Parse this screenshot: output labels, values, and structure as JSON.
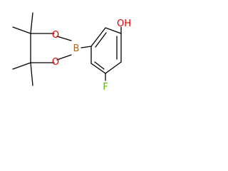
{
  "molecule": {
    "atoms": {
      "boron": "B",
      "oxygen_top": "O",
      "oxygen_bottom": "O",
      "hydroxyl": "OH",
      "fluorine": "F"
    },
    "colors": {
      "bond": "#000000",
      "boron": "#b5651d",
      "oxygen": "#e10000",
      "fluorine": "#55b800"
    }
  }
}
